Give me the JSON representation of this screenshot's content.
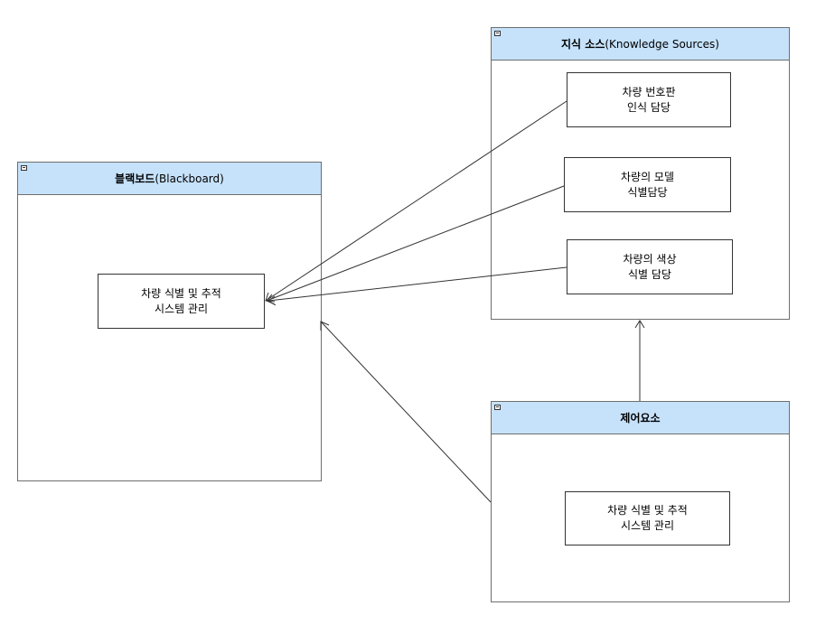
{
  "blackboard": {
    "title": "블랙보드",
    "title_suffix": "(Blackboard)",
    "component": {
      "line1": "차량 식별 및 추적",
      "line2": "시스템 관리"
    }
  },
  "knowledge_sources": {
    "title": "지식 소스",
    "title_suffix": "(Knowledge Sources)",
    "items": [
      {
        "line1": "차량 번호판",
        "line2": "인식 담당"
      },
      {
        "line1": "차량의 모델",
        "line2": "식별담당"
      },
      {
        "line1": "차량의 색상",
        "line2": "식별 담당"
      }
    ]
  },
  "control": {
    "title": "제어요소",
    "component": {
      "line1": "차량 식별 및 추적",
      "line2": "시스템 관리"
    }
  },
  "colors": {
    "header_fill": "#c6e2fb",
    "border": "#6e6e6e",
    "line": "#333333"
  }
}
